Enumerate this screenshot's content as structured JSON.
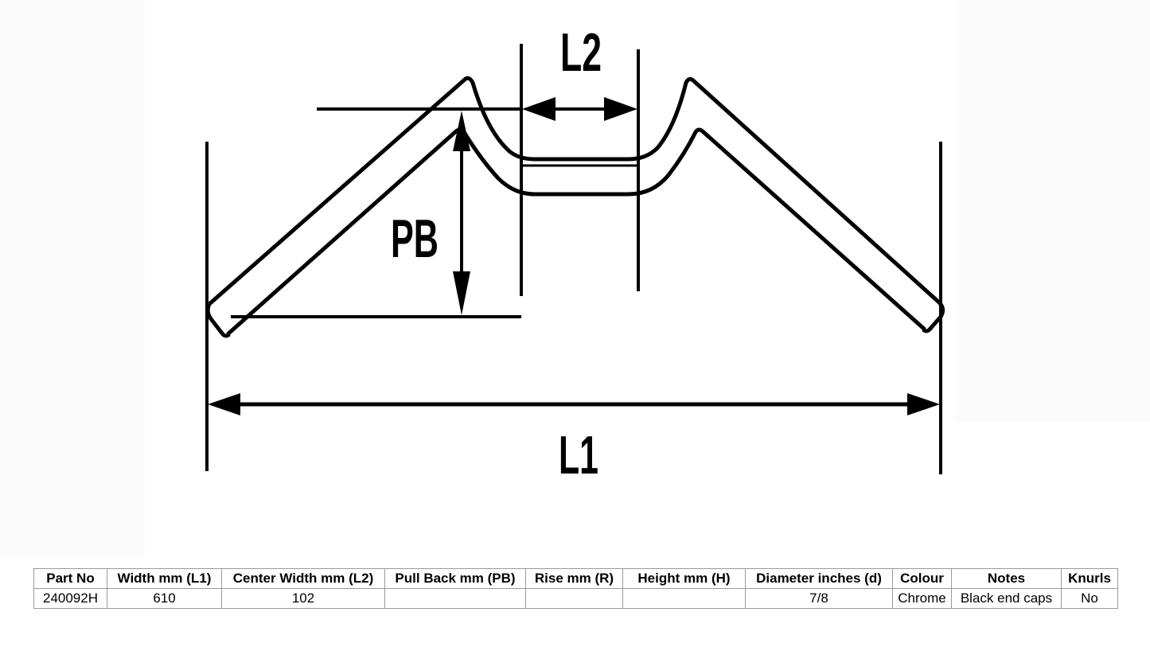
{
  "diagram": {
    "labels": {
      "l2": "L2",
      "pb": "PB",
      "l1": "L1"
    }
  },
  "table": {
    "headers": [
      "Part No",
      "Width mm (L1)",
      "Center Width mm (L2)",
      "Pull Back mm (PB)",
      "Rise mm (R)",
      "Height mm (H)",
      "Diameter inches (d)",
      "Colour",
      "Notes",
      "Knurls"
    ],
    "rows": [
      [
        "240092H",
        "610",
        "102",
        "",
        "",
        "",
        "7/8",
        "Chrome",
        "Black end caps",
        "No"
      ]
    ]
  }
}
